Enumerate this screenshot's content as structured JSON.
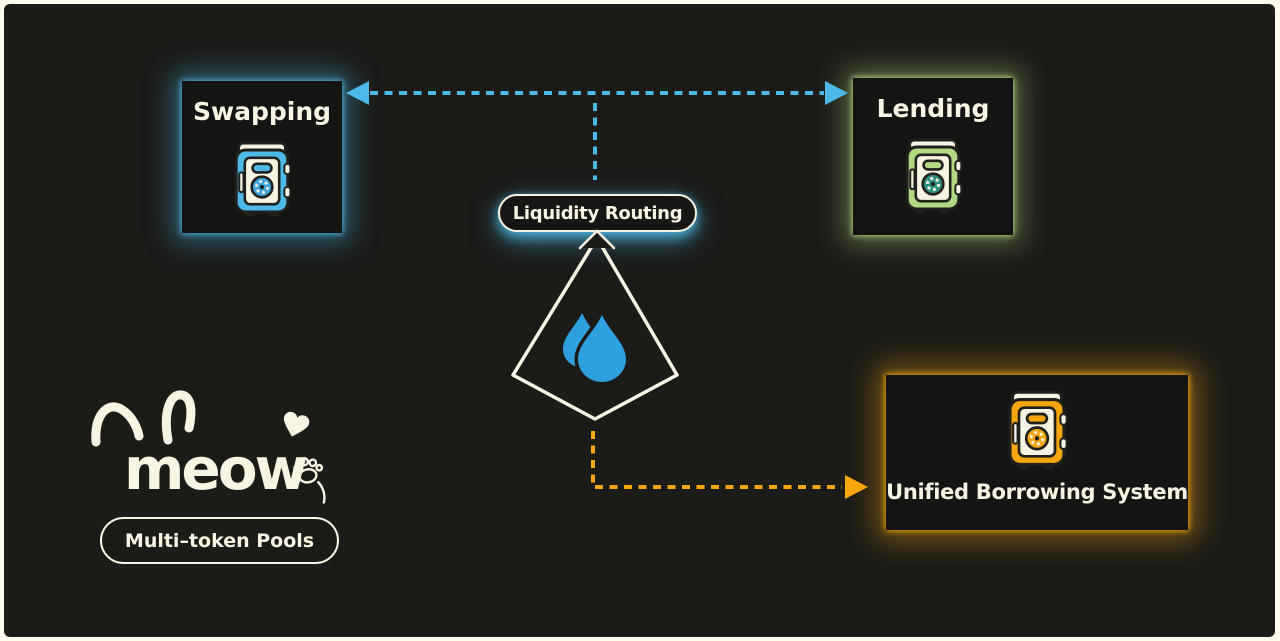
{
  "colors": {
    "background": "#1b1b18",
    "frame_border": "#fffbee",
    "node_panel": "#141412",
    "text_cream": "#f8f4e3",
    "swapping_accent": "#4db9e8",
    "lending_accent": "#b4d985",
    "lending_dial": "#2e8f7f",
    "borrowing_accent": "#f8a60d",
    "droplet_blue": "#2e9fdf"
  },
  "nodes": {
    "swapping": {
      "label": "Swapping",
      "icon": "safe-icon",
      "accent": "#4db9e8"
    },
    "lending": {
      "label": "Lending",
      "icon": "safe-icon",
      "accent": "#b4d985"
    },
    "borrowing": {
      "label": "Unified Borrowing System",
      "icon": "safe-icon",
      "accent": "#f8a60d"
    }
  },
  "hub": {
    "label": "Liquidity Routing",
    "icon": "water-drop-icon",
    "shape": "diamond-outline"
  },
  "connectors": [
    {
      "from": "swapping",
      "to": "lending",
      "style": "dashed",
      "color": "#4db9e8",
      "arrows": "both-ends"
    },
    {
      "from": "swapping-lending-line",
      "to": "liquidity-routing",
      "style": "dashed",
      "color": "#4db9e8",
      "arrows": "none"
    },
    {
      "from": "liquidity-routing",
      "to": "borrowing",
      "style": "dashed",
      "color": "#f8a60d",
      "arrows": "end"
    }
  ],
  "brand": {
    "name": "meow",
    "tagline": "Multi–token Pools"
  }
}
